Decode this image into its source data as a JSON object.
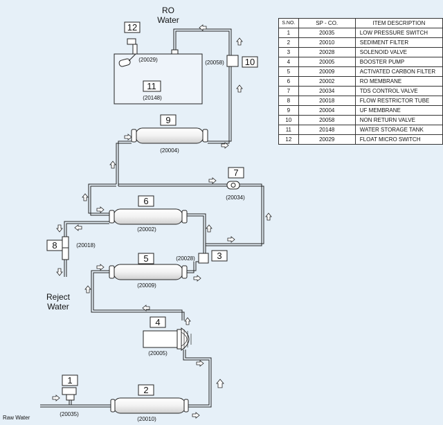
{
  "labels": {
    "ro_water": [
      "RO",
      "Water"
    ],
    "reject_water": [
      "Reject",
      "Water"
    ],
    "raw_water": "Raw Water"
  },
  "components": [
    {
      "num": "1",
      "code": "(20035)"
    },
    {
      "num": "2",
      "code": "(20010)"
    },
    {
      "num": "3",
      "code": "(20028)"
    },
    {
      "num": "4",
      "code": "(20005)"
    },
    {
      "num": "5",
      "code": "(20009)"
    },
    {
      "num": "6",
      "code": "(20002)"
    },
    {
      "num": "7",
      "code": "(20034)"
    },
    {
      "num": "8",
      "code": "(20018)"
    },
    {
      "num": "9",
      "code": "(20004)"
    },
    {
      "num": "10",
      "code": "(20058)"
    },
    {
      "num": "11",
      "code": "(20148)"
    },
    {
      "num": "12",
      "code": "(20029)"
    }
  ],
  "legend": {
    "headers": [
      "S.NO.",
      "SP - CO.",
      "ITEM DESCRIPTION"
    ],
    "rows": [
      [
        "1",
        "20035",
        "LOW PRESSURE SWITCH"
      ],
      [
        "2",
        "20010",
        "SEDIMENT FILTER"
      ],
      [
        "3",
        "20028",
        "SOLENOID VALVE"
      ],
      [
        "4",
        "20005",
        "BOOSTER PUMP"
      ],
      [
        "5",
        "20009",
        "ACTIVATED CARBON FILTER"
      ],
      [
        "6",
        "20002",
        "RO MEMBRANE"
      ],
      [
        "7",
        "20034",
        "TDS CONTROL VALVE"
      ],
      [
        "8",
        "20018",
        "FLOW RESTRICTOR TUBE"
      ],
      [
        "9",
        "20004",
        "UF MEMBRANE"
      ],
      [
        "10",
        "20058",
        "NON RETURN VALVE"
      ],
      [
        "11",
        "20148",
        "WATER STORAGE TANK"
      ],
      [
        "12",
        "20029",
        "FLOAT MICRO SWITCH"
      ]
    ]
  },
  "colors": {
    "background": "#e6f0f8",
    "line": "#222222",
    "box_fill": "#ffffff"
  }
}
